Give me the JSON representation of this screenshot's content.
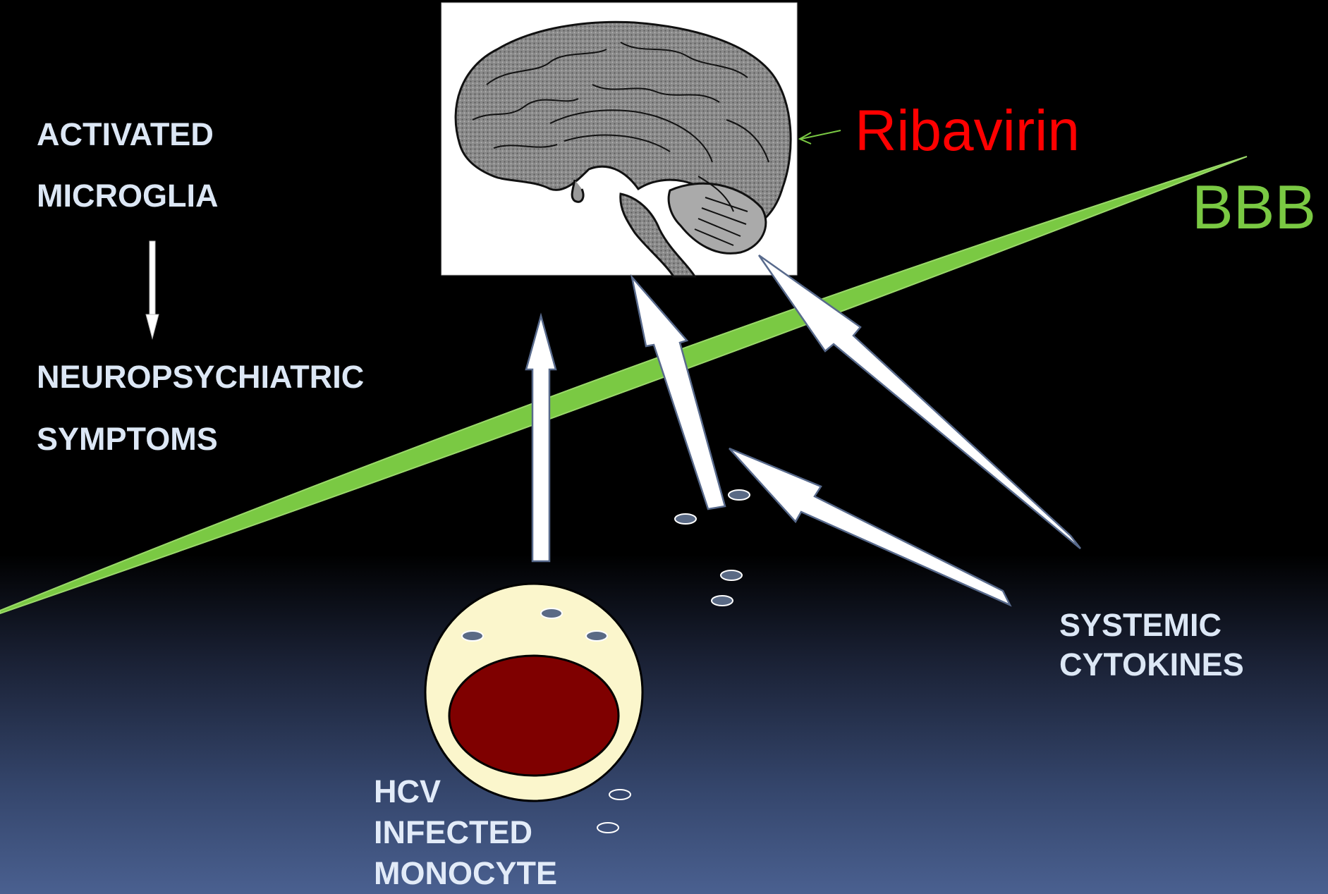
{
  "left_labels": {
    "line1": "ACTIVATED",
    "line2": "MICROGLIA",
    "line3": "NEUROPSYCHIATRIC",
    "line4": "SYMPTOMS"
  },
  "ribavirin": {
    "label": "Ribavirin",
    "color": "#ff0000"
  },
  "bbb": {
    "label": "BBB",
    "color": "#7ac943"
  },
  "cytokines": {
    "line1": "SYSTEMIC",
    "line2": "CYTOKINES"
  },
  "monocyte": {
    "line1": "HCV",
    "line2": "INFECTED",
    "line3": "MONOCYTE"
  },
  "colors": {
    "membrane": "#7ac943",
    "cell_body": "#fbf6cc",
    "nucleus": "#7f0000",
    "virion": "#5a6a85",
    "text": "#dce7f5"
  },
  "icons": {
    "brain": "brain-sagittal-icon"
  }
}
